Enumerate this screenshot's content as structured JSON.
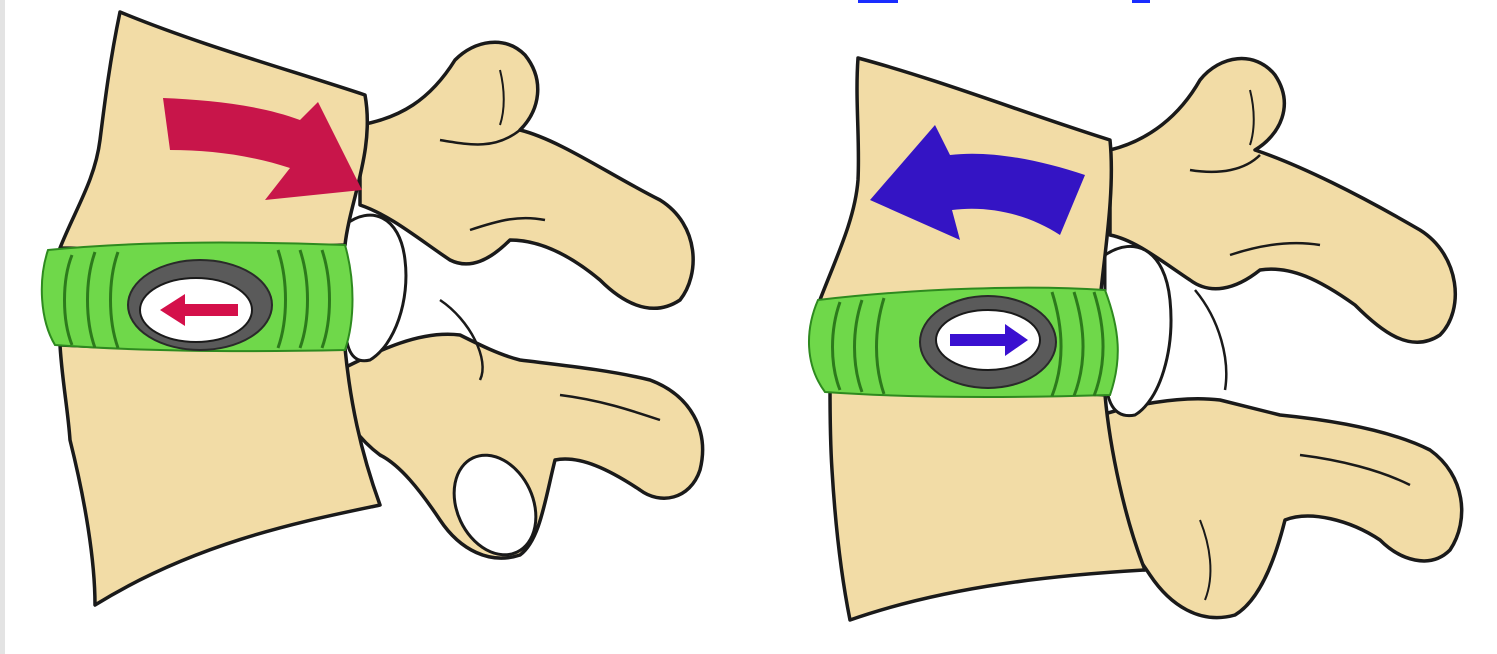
{
  "figure": {
    "panels": [
      {
        "id": "flexion",
        "motion_arrow_color": "#c8154a",
        "nucleus_arrow_color": "#d4104a",
        "nucleus_arrow_direction": "left"
      },
      {
        "id": "extension",
        "motion_arrow_color": "#3414c4",
        "nucleus_arrow_color": "#3a10d0",
        "nucleus_arrow_direction": "right"
      }
    ],
    "colors": {
      "bone": "#f2dca6",
      "outline": "#1a1a1a",
      "annulus": "#5fd33a",
      "nucleus_ring": "#5a5a5a",
      "background": "#ffffff"
    }
  }
}
